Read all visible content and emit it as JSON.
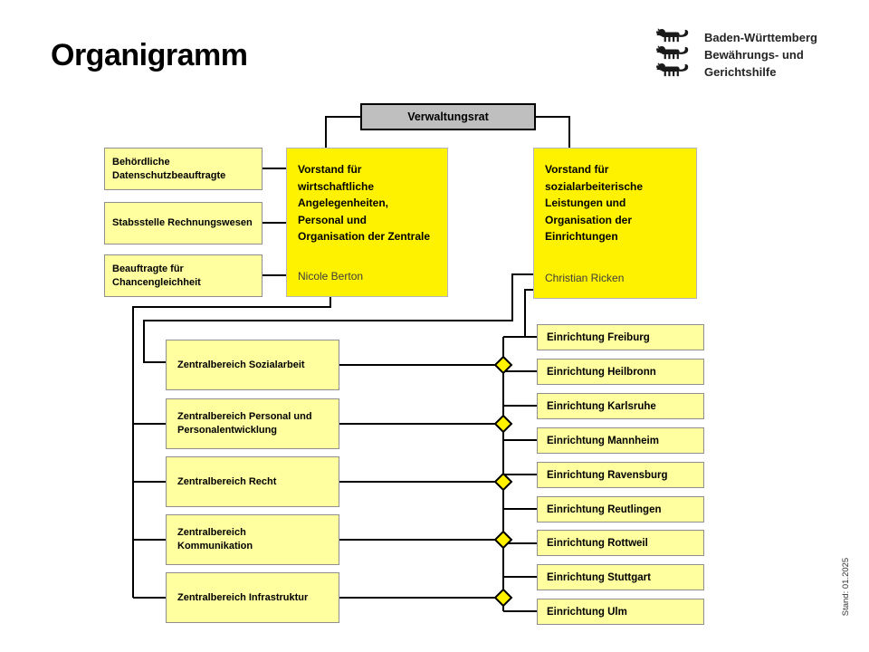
{
  "page": {
    "title": "Organigramm"
  },
  "logo": {
    "lines": [
      "Baden-Württemberg",
      "Bewährungs- und",
      "Gerichtshilfe"
    ],
    "icon": "bw-three-lions"
  },
  "org": {
    "root": "Verwaltungsrat",
    "vorstaende": [
      {
        "title": "Vorstand für wirtschaftliche Angelegenheiten, Personal und Organisation der Zentrale",
        "name": "Nicole Berton"
      },
      {
        "title": "Vorstand für sozialarbeiterische Leistungen und Organisation der Einrichtungen",
        "name": "Christian Ricken"
      }
    ],
    "stabsstellen": [
      "Behördliche Datenschutzbeauftragte",
      "Stabsstelle Rechnungswesen",
      "Beauftragte für Chancengleichheit"
    ],
    "zentralbereiche": [
      "Zentralbereich Sozialarbeit",
      "Zentralbereich Personal und Personalentwicklung",
      "Zentralbereich Recht",
      "Zentralbereich Kommunikation",
      "Zentralbereich Infrastruktur"
    ],
    "einrichtungen": [
      "Einrichtung Freiburg",
      "Einrichtung Heilbronn",
      "Einrichtung Karlsruhe",
      "Einrichtung Mannheim",
      "Einrichtung Ravensburg",
      "Einrichtung Reutlingen",
      "Einrichtung Rottweil",
      "Einrichtung Stuttgart",
      "Einrichtung Ulm"
    ]
  },
  "footer": {
    "stand": "Stand: 01.2025"
  },
  "colors": {
    "brand_yellow": "#FFF200",
    "light_yellow": "#FFFFA0",
    "box_gray": "#BFBFBF",
    "line_black": "#000000"
  }
}
